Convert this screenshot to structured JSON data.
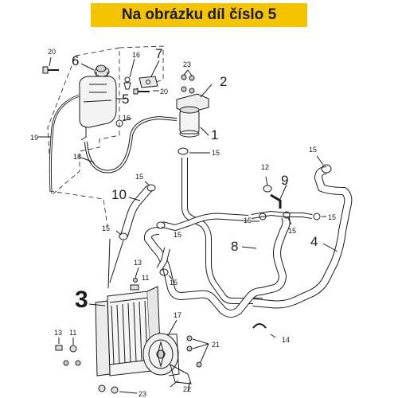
{
  "banner": {
    "text": "Na obrázku díl číslo 5",
    "color": "#f4c400"
  },
  "labels": {
    "p1": "1",
    "p2": "2",
    "p3": "3",
    "p4": "4",
    "p5": "5",
    "p6": "6",
    "p7": "7",
    "p8": "8",
    "p9": "9",
    "p10": "10",
    "p11a": "11",
    "p11b": "11",
    "p12": "12",
    "p13a": "13",
    "p13b": "13",
    "p14": "14",
    "p15a": "15",
    "p15b": "15",
    "p15c": "15",
    "p15d": "15",
    "p15e": "15",
    "p15f": "15",
    "p15g": "15",
    "p15h": "15",
    "p15i": "15",
    "p16a": "16",
    "p16b": "16",
    "p17": "17",
    "p18": "18",
    "p19": "19",
    "p20a": "20",
    "p20b": "20",
    "p21": "21",
    "p22": "22",
    "p23a": "23",
    "p23b": "23"
  }
}
